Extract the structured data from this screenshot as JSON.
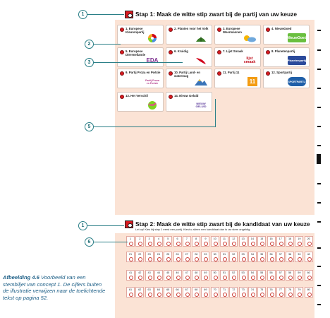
{
  "step1": {
    "title": "Stap 1: Maak de witte stip zwart bij de partij van uw keuze"
  },
  "step2": {
    "title": "Stap 2: Maak de witte stip zwart bij de kandidaat van uw keuze",
    "subtitle": "Let op! Kies bij stap 1 eerst een partij. Kiest u alleen een kandidaat dan is uw stem ongeldig."
  },
  "parties": [
    {
      "name": "1. Europese Kleurenpartij",
      "logo": "",
      "logo_icon": "color-wheel-icon"
    },
    {
      "name": "2. Planten voor het Volk",
      "logo": "",
      "logo_icon": "plant-icon"
    },
    {
      "name": "3. Europese Weermannen",
      "logo": "",
      "logo_icon": "weather-icon"
    },
    {
      "name": "4. NieuwGoed",
      "logo": "NieuwGoed",
      "logo_icon": ""
    },
    {
      "name": "5. Europese Diereneliantie",
      "logo": "EDA",
      "logo_icon": ""
    },
    {
      "name": "6. Kruidig",
      "logo": "",
      "logo_icon": "chili-icon"
    },
    {
      "name": "7. Lijst Smaak",
      "logo": "lijst smaak",
      "logo_icon": ""
    },
    {
      "name": "8. Planetenpartij",
      "logo": "Planetenpartij",
      "logo_icon": ""
    },
    {
      "name": "9. Partij Proza en Poëzie",
      "logo": "Partij Proza en Poëzie",
      "logo_icon": ""
    },
    {
      "name": "10. Partij Land- en watermug",
      "logo": "",
      "logo_icon": "mountain-icon"
    },
    {
      "name": "11. Partij 11",
      "logo": "11",
      "logo_icon": ""
    },
    {
      "name": "12. Sportpartij",
      "logo": "SPORTPARTIJ",
      "logo_icon": ""
    },
    {
      "name": "13. Het Verschil",
      "logo": "",
      "logo_icon": "ball-icon"
    },
    {
      "name": "14. Nieuw Geluid",
      "logo": "NIEUW GELUID",
      "logo_icon": ""
    }
  ],
  "candidates": {
    "numbers": [
      "1",
      "2",
      "3",
      "4",
      "5",
      "6",
      "7",
      "8",
      "9",
      "10",
      "11",
      "12",
      "13",
      "14",
      "15",
      "16",
      "17",
      "18",
      "19",
      "20",
      "21",
      "22",
      "23",
      "24",
      "25",
      "26",
      "27",
      "28",
      "29",
      "30",
      "31",
      "32",
      "33",
      "34",
      "35",
      "36",
      "37",
      "38",
      "39",
      "40",
      "41",
      "42",
      "43",
      "44",
      "45",
      "46",
      "47",
      "48",
      "49",
      "50",
      "51",
      "52",
      "53",
      "54",
      "55",
      "56",
      "57",
      "58",
      "59",
      "60",
      "61",
      "62",
      "63",
      "64",
      "65",
      "66",
      "67",
      "68",
      "69",
      "70",
      "71",
      "72",
      "73",
      "74",
      "75",
      "76",
      "77",
      "78",
      "79",
      "80"
    ]
  },
  "callouts": [
    "1",
    "2",
    "3",
    "5",
    "1",
    "6"
  ],
  "caption": {
    "label": "Afbeelding 4.6",
    "text": " Voorbeeld van een stembiljet van concept 1. De cijfers buiten de illustratie verwijzen naar de toelichtende tekst op pagina 52."
  },
  "colors": {
    "ballot_bg": "#fbe3d5",
    "dot_red": "#d91a20",
    "callout_teal": "#2a7f87",
    "caption_blue": "#1d5f87"
  }
}
